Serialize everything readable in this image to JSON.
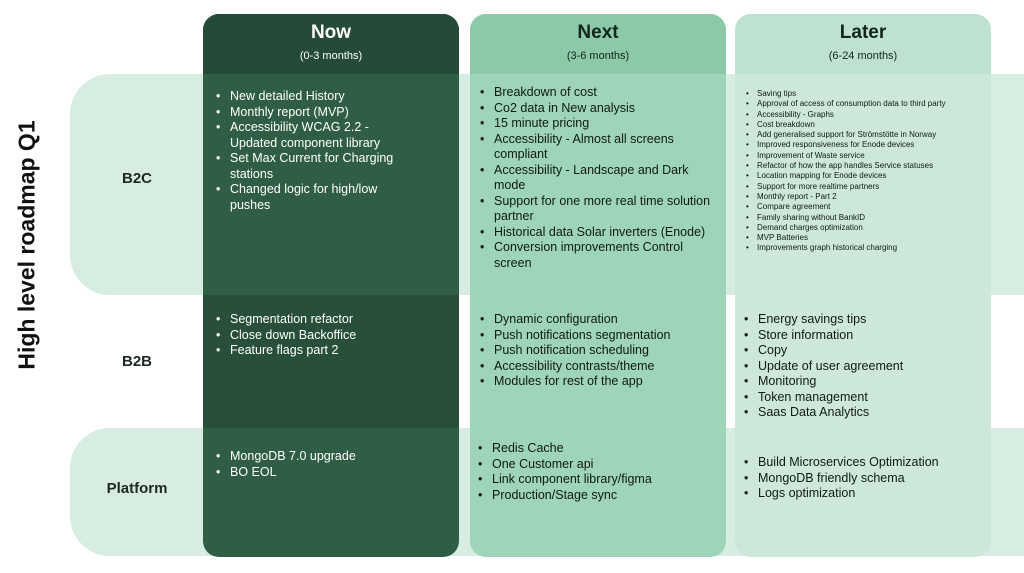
{
  "title": "High level roadmap Q1",
  "columns": [
    {
      "title": "Now",
      "subtitle": "(0-3 months)"
    },
    {
      "title": "Next",
      "subtitle": "(3-6 months)"
    },
    {
      "title": "Later",
      "subtitle": "(6-24 months)"
    }
  ],
  "rows": [
    "B2C",
    "B2B",
    "Platform"
  ],
  "cells": {
    "b2c_now": [
      "New detailed History",
      "Monthly report (MVP)",
      "Accessibility WCAG 2.2 - Updated component library",
      "Set Max Current for Charging stations",
      "Changed logic for high/low pushes"
    ],
    "b2c_next": [
      "Breakdown of cost",
      "Co2 data in New analysis",
      "15 minute pricing",
      "Accessibility - Almost all screens compliant",
      "Accessibility - Landscape and Dark mode",
      "Support for one more real time solution partner",
      "Historical data Solar inverters (Enode)",
      "Conversion improvements Control screen"
    ],
    "b2c_later": [
      "Saving tips",
      "Approval of access of consumption data to third party",
      "Accessibility - Graphs",
      "Cost breakdown",
      "Add generalised support for Strömstötte in Norway",
      "Improved responsiveness for Enode devices",
      "Improvement of Waste service",
      "Refactor of how the app handles Service statuses",
      "Location mapping for Enode devices",
      "Support for more realtime partners",
      "Monthly report - Part 2",
      "Compare agreement",
      "Family sharing without BankID",
      "Demand charges optimization",
      "MVP Batteries",
      "Improvements graph historical charging"
    ],
    "b2b_now": [
      "Segmentation refactor",
      "Close down Backoffice",
      "Feature flags part 2"
    ],
    "b2b_next": [
      "Dynamic configuration",
      "Push notifications segmentation",
      "Push notification scheduling",
      "Accessibility contrasts/theme",
      "Modules for rest of the app"
    ],
    "b2b_later": [
      "Energy savings tips",
      "Store information",
      "Copy",
      "Update of user agreement",
      "Monitoring",
      "Token management",
      "Saas Data Analytics"
    ],
    "platform_now": [
      "MongoDB 7.0 upgrade",
      "BO EOL"
    ],
    "platform_next": [
      "Redis Cache",
      "One Customer api",
      "Link component library/figma",
      "Production/Stage sync"
    ],
    "platform_later": [
      "Build Microservices Optimization",
      "MongoDB friendly schema",
      "Logs optimization"
    ]
  }
}
